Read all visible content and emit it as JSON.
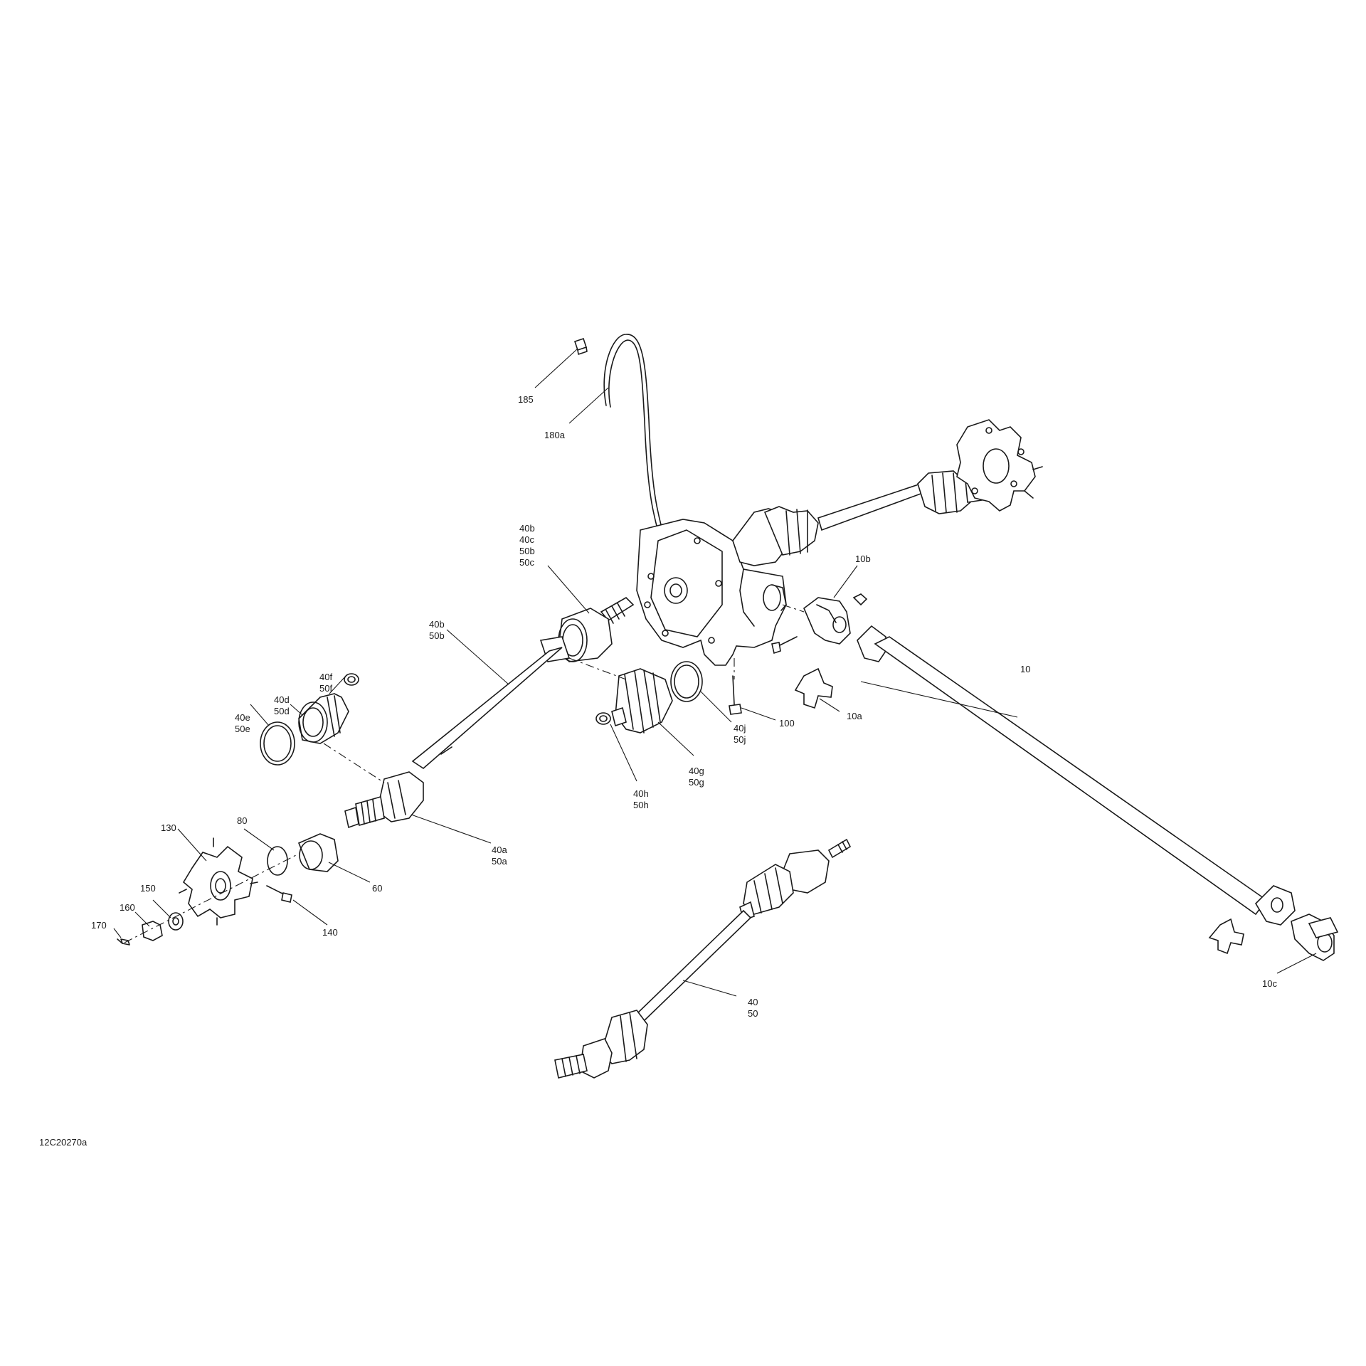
{
  "diagram_code": "12C20270a",
  "callouts": {
    "c185": "185",
    "c180a": "180a",
    "c40b_a": "40b",
    "c40c": "40c",
    "c50b_a": "50b",
    "c50c": "50c",
    "c10b": "10b",
    "c40b_b": "40b",
    "c50b_b": "50b",
    "c40f": "40f",
    "c50f": "50f",
    "c40d": "40d",
    "c50d": "50d",
    "c40e": "40e",
    "c50e": "50e",
    "c40j": "40j",
    "c50j": "50j",
    "c100": "100",
    "c10a": "10a",
    "c10": "10",
    "c40g": "40g",
    "c50g": "50g",
    "c40h": "40h",
    "c50h": "50h",
    "c40a": "40a",
    "c50a": "50a",
    "c130": "130",
    "c80": "80",
    "c60": "60",
    "c150": "150",
    "c160": "160",
    "c140": "140",
    "c170": "170",
    "c40": "40",
    "c50": "50",
    "c10c": "10c"
  }
}
